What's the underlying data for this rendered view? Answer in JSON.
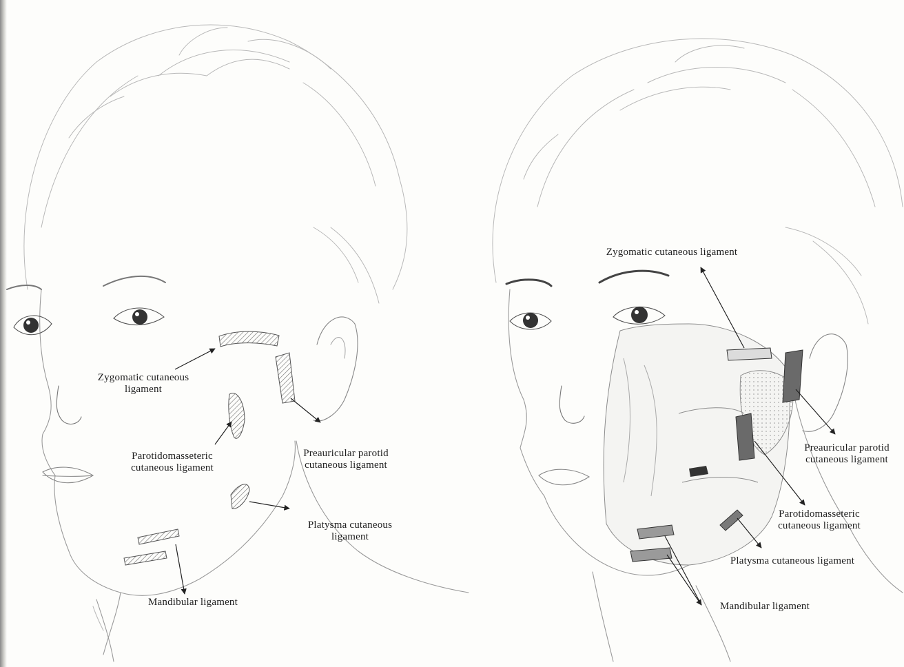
{
  "left_figure": {
    "labels": {
      "zygomatic": [
        "Zygomatic cutaneous",
        "ligament"
      ],
      "parotidomasseteric": [
        "Parotidomasseteric",
        "cutaneous ligament"
      ],
      "preauricular": [
        "Preauricular parotid",
        "cutaneous ligament"
      ],
      "platysma": [
        "Platysma cutaneous",
        "ligament"
      ],
      "mandibular": [
        "Mandibular ligament"
      ]
    }
  },
  "right_figure": {
    "labels": {
      "zygomatic": [
        "Zygomatic cutaneous ligament"
      ],
      "preauricular": [
        "Preauricular parotid",
        "cutaneous ligament"
      ],
      "parotidomasseteric": [
        "Parotidomasseteric",
        "cutaneous ligament"
      ],
      "platysma": [
        "Platysma cutaneous ligament"
      ],
      "mandibular": [
        "Mandibular ligament"
      ]
    }
  }
}
